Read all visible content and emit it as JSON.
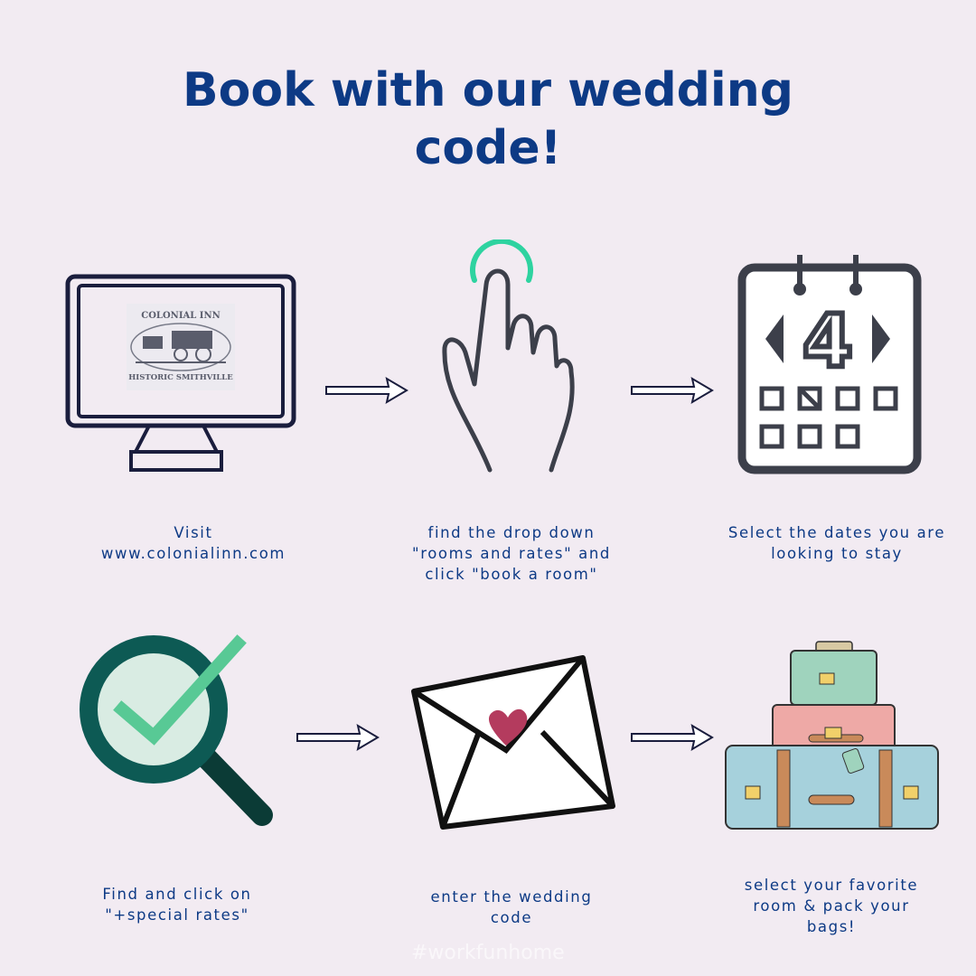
{
  "title": {
    "line1": "Book with our wedding",
    "line2": "code!"
  },
  "logo": {
    "top": "COLONIAL INN",
    "bottom": "HISTORIC SMITHVILLE"
  },
  "calendar": {
    "day": "4"
  },
  "steps": [
    {
      "icon": "monitor-icon",
      "lines": [
        "Visit",
        "www.colonialinn.com"
      ]
    },
    {
      "icon": "tap-hand-icon",
      "lines": [
        "find the drop down",
        "\"rooms and rates\"  and",
        "click \"book a room\""
      ]
    },
    {
      "icon": "calendar-icon",
      "lines": [
        "Select the dates you are",
        "looking to stay"
      ]
    },
    {
      "icon": "magnifier-check-icon",
      "lines": [
        "Find and click on",
        "\"+special rates\""
      ]
    },
    {
      "icon": "envelope-heart-icon",
      "lines": [
        "enter the wedding",
        "code"
      ]
    },
    {
      "icon": "suitcases-icon",
      "lines": [
        "select your favorite",
        "room & pack your",
        "bags!"
      ]
    }
  ],
  "watermark": "#workfunhome",
  "colors": {
    "background": "#f2ebf2",
    "title": "#0d3a85",
    "accent": "#2ed3a0"
  }
}
